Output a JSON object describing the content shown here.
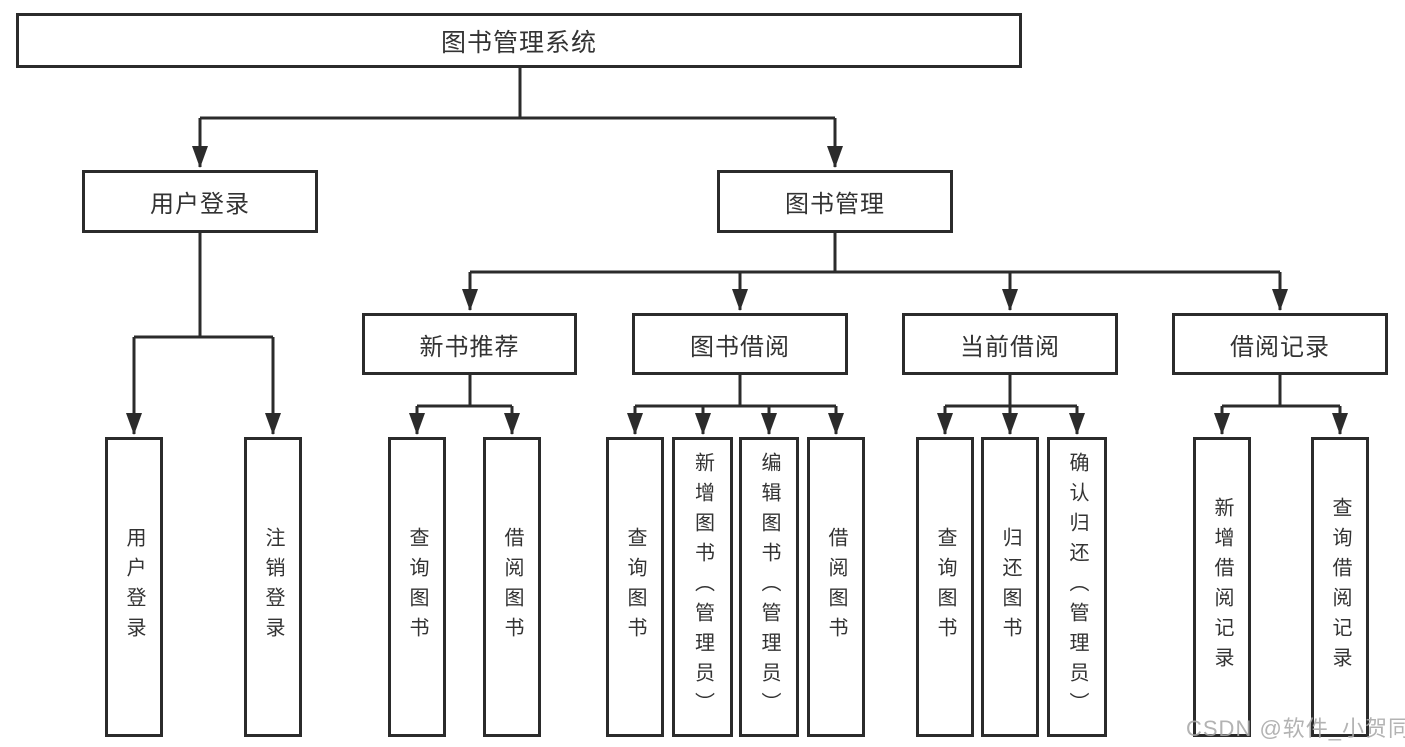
{
  "tree": {
    "label": "图书管理系统",
    "children": [
      {
        "label": "用户登录",
        "children": [
          {
            "label": "用户登录"
          },
          {
            "label": "注销登录"
          }
        ]
      },
      {
        "label": "图书管理",
        "children": [
          {
            "label": "新书推荐",
            "children": [
              {
                "label": "查询图书"
              },
              {
                "label": "借阅图书"
              }
            ]
          },
          {
            "label": "图书借阅",
            "children": [
              {
                "label": "查询图书"
              },
              {
                "label": "新增图书（管理员）"
              },
              {
                "label": "编辑图书（管理员）"
              },
              {
                "label": "借阅图书"
              }
            ]
          },
          {
            "label": "当前借阅",
            "children": [
              {
                "label": "查询图书"
              },
              {
                "label": "归还图书"
              },
              {
                "label": "确认归还（管理员）"
              }
            ]
          },
          {
            "label": "借阅记录",
            "children": [
              {
                "label": "新增借阅记录"
              },
              {
                "label": "查询借阅记录"
              }
            ]
          }
        ]
      }
    ]
  },
  "watermark": {
    "text": "CSDN @软件_小贺同学"
  },
  "colors": {
    "line": "#2b2b2b",
    "box_border": "#2b2b2b",
    "box_background": "#ffffff",
    "text": "#333333",
    "watermark": "#a9a9a9",
    "page_background": "#ffffff"
  }
}
